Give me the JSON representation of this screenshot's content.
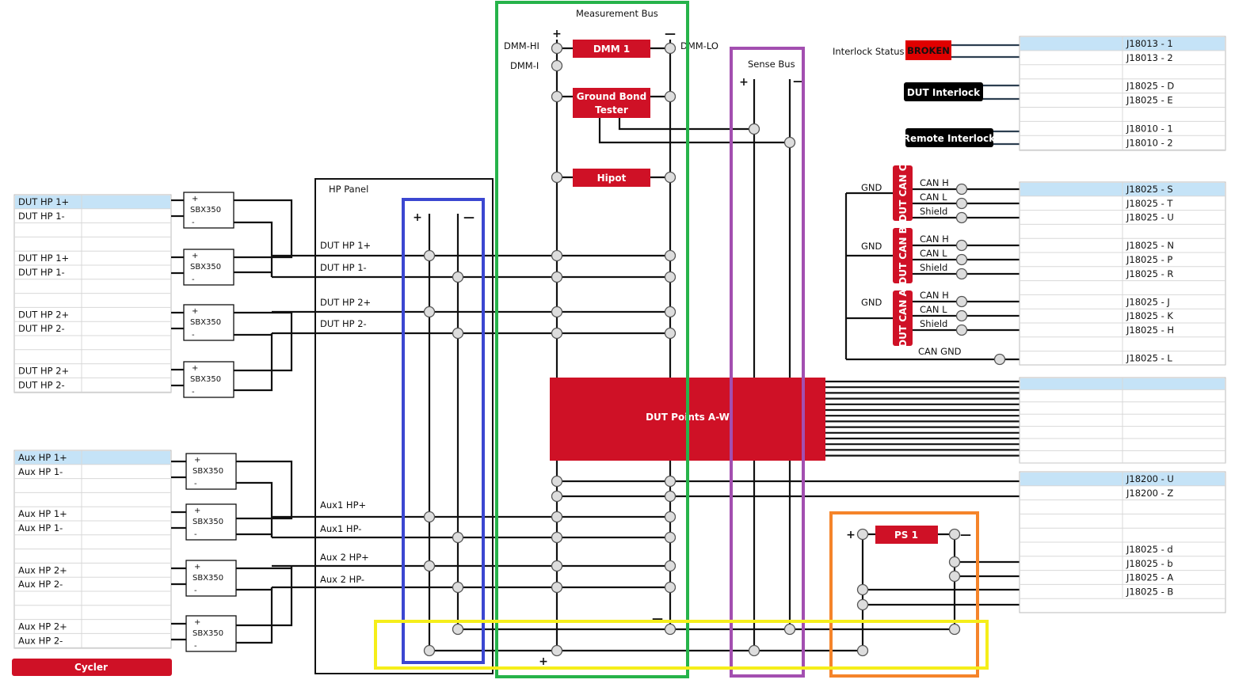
{
  "colors": {
    "wire": "#111111",
    "block_red": "#cf1126",
    "block_black": "#000000",
    "row_highlight": "#c5e3f7",
    "grid_line": "#d8d8d8",
    "node_fill": "#dddddd",
    "node_stroke": "#555555",
    "green_box": "#26b34a",
    "purple_box": "#a34fb0",
    "blue_box": "#3b47d1",
    "yellow_box": "#f5ee1a",
    "orange_box": "#f5842a"
  },
  "labels": {
    "measurement_bus": "Measurement Bus",
    "sense_bus": "Sense Bus",
    "hp_panel": "HP Panel",
    "interlock_status": "Interlock Status",
    "dmm_hi": "DMM-HI",
    "dmm_i": "DMM-I",
    "dmm_lo": "DMM-LO",
    "gnd_c": "GND",
    "gnd_b": "GND",
    "gnd_a": "GND",
    "can_gnd": "CAN GND",
    "plus": "+",
    "minus": "—"
  },
  "blocks": {
    "dmm1": "DMM 1",
    "ground_bond_1": "Ground Bond",
    "ground_bond_2": "Tester",
    "hipot": "Hipot",
    "dut_points": "DUT Points A-W",
    "ps1": "PS 1",
    "broken": "BROKEN",
    "dut_interlock": "DUT Interlock",
    "remote_interlock": "Remote Interlock",
    "cycler": "Cycler",
    "dut_can_c": "DUT CAN C",
    "dut_can_b": "DUT CAN B",
    "dut_can_a": "DUT CAN A"
  },
  "sbx": {
    "label": "SBX350",
    "plus": "+",
    "minus": "-"
  },
  "can_signals": {
    "c": [
      "CAN H",
      "CAN L",
      "Shield"
    ],
    "b": [
      "CAN H",
      "CAN L",
      "Shield"
    ],
    "a": [
      "CAN H",
      "CAN L",
      "Shield"
    ]
  },
  "hp_wires": [
    "DUT HP 1+",
    "DUT HP 1-",
    "DUT HP 2+",
    "DUT HP 2-",
    "Aux1 HP+",
    "Aux1 HP-",
    "Aux 2 HP+",
    "Aux 2 HP-"
  ],
  "left_dut_rows": [
    "DUT HP 1+",
    "DUT HP 1-",
    "",
    "",
    "DUT HP 1+",
    "DUT HP 1-",
    "",
    "",
    "DUT HP 2+",
    "DUT HP 2-",
    "",
    "",
    "DUT HP 2+",
    "DUT HP 2-"
  ],
  "left_aux_rows": [
    "Aux HP 1+",
    "Aux HP 1-",
    "",
    "",
    "Aux HP 1+",
    "Aux HP 1-",
    "",
    "",
    "Aux HP 2+",
    "Aux HP 2-",
    "",
    "",
    "Aux HP 2+",
    "Aux HP 2-"
  ],
  "right_j18013_rows": [
    "J18013 - 1",
    "J18013 - 2",
    "",
    "J18025 - D",
    "J18025 - E",
    "",
    "J18010 - 1",
    "J18010 - 2"
  ],
  "right_can_rows": [
    "J18025 - S",
    "J18025 - T",
    "J18025 - U",
    "",
    "J18025 - N",
    "J18025 - P",
    "J18025 - R",
    "",
    "J18025 - J",
    "J18025 - K",
    "J18025 - H",
    "",
    "J18025 - L"
  ],
  "right_dut_rows": [
    "",
    "",
    "",
    "",
    "",
    "",
    ""
  ],
  "right_ps_rows": [
    "J18200 - U",
    "J18200 - Z",
    "",
    "",
    "",
    "J18025 - d",
    "J18025 - b",
    "J18025 - A",
    "J18025 - B"
  ]
}
